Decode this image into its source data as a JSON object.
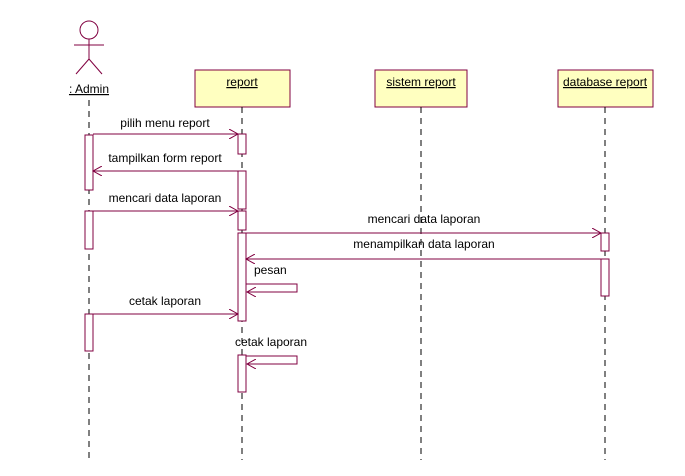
{
  "diagram": {
    "actor": {
      "name": ": Admin"
    },
    "lifelines": [
      {
        "name": "report"
      },
      {
        "name": "sistem report"
      },
      {
        "name": "database report"
      }
    ],
    "messages": [
      {
        "text": "pilih menu report"
      },
      {
        "text": "tampilkan form report"
      },
      {
        "text": "mencari data laporan"
      },
      {
        "text": "mencari data laporan"
      },
      {
        "text": "menampilkan data laporan"
      },
      {
        "text": "pesan"
      },
      {
        "text": "cetak laporan"
      },
      {
        "text": "cetak laporan"
      }
    ]
  },
  "colors": {
    "line": "#800040",
    "box_fill": "#ffffc0",
    "text": "#000000"
  }
}
